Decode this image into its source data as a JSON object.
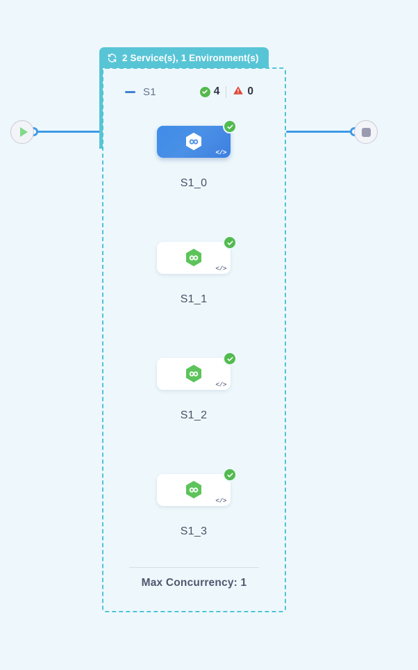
{
  "group": {
    "header_icon": "sync-refresh-icon",
    "header_label": "2 Service(s), 1 Environment(s)",
    "collapse_icon": "minus-collapse-icon",
    "title": "S1",
    "stats": {
      "success_icon": "check-circle-icon",
      "success_count": "4",
      "warning_icon": "warning-triangle-icon",
      "warning_count": "0"
    },
    "footer_label": "Max Concurrency: 1",
    "border_color": "#4ec3d8",
    "header_color": "#58c5d6"
  },
  "terminals": {
    "start_icon": "play-triangle-icon",
    "end_icon": "stop-square-icon"
  },
  "nodes": [
    {
      "label": "S1_0",
      "selected": true,
      "status_icon": "check-circle-icon",
      "code_icon": "code-brackets-icon",
      "code_glyph": "</>"
    },
    {
      "label": "S1_1",
      "selected": false,
      "status_icon": "check-circle-icon",
      "code_icon": "code-brackets-icon",
      "code_glyph": "</>"
    },
    {
      "label": "S1_2",
      "selected": false,
      "status_icon": "check-circle-icon",
      "code_icon": "code-brackets-icon",
      "code_glyph": "</>"
    },
    {
      "label": "S1_3",
      "selected": false,
      "status_icon": "check-circle-icon",
      "code_icon": "code-brackets-icon",
      "code_glyph": "</>"
    }
  ],
  "colors": {
    "canvas_background": "#eef8fc",
    "edge": "#3f9ae5",
    "node_selected": "#4a90e6",
    "hex_green": "#5cc45a",
    "success_green": "#52bb4f",
    "warning_red": "#e04a3a"
  }
}
